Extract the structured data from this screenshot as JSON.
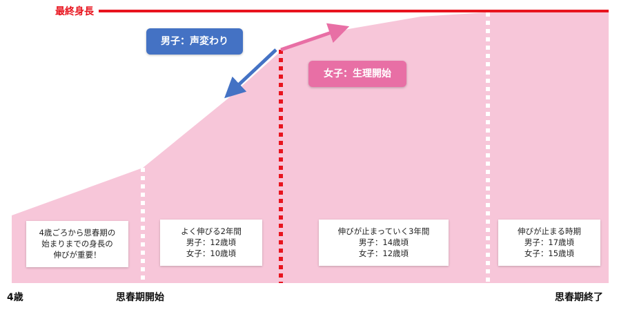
{
  "final_height_label": "最終身長",
  "callouts": {
    "boys": "男子：声変わり",
    "girls": "女子：生理開始"
  },
  "boxes": [
    {
      "lines": [
        "4歳ごろから思春期の",
        "始まりまでの身長の",
        "伸びが重要！"
      ]
    },
    {
      "lines": [
        "よく伸びる2年間",
        "男子：12歳頃",
        "女子：10歳頃"
      ]
    },
    {
      "lines": [
        "伸びが止まっていく3年間",
        "男子：14歳頃",
        "女子：12歳頃"
      ]
    },
    {
      "lines": [
        "伸びが止まる時期",
        "男子：17歳頃",
        "女子：15歳頃"
      ]
    }
  ],
  "axis_labels": {
    "start": "4歳",
    "puberty_start": "思春期開始",
    "puberty_end": "思春期終了"
  },
  "colors": {
    "fill": "#f7c6d9",
    "final_line": "#e8141e",
    "boys": "#4472c4",
    "girls": "#e86fa5",
    "red_divider": "#e8141e",
    "white_divider": "#ffffff"
  }
}
